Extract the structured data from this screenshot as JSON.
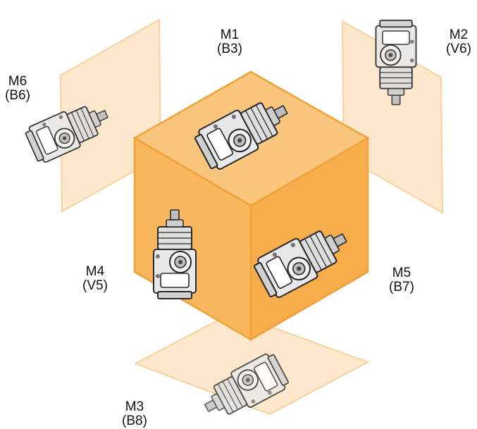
{
  "labels": [
    {
      "id": "m1",
      "line1": "M1",
      "line2": "(B3)"
    },
    {
      "id": "m2",
      "line1": "M2",
      "line2": "(V6)"
    },
    {
      "id": "m3",
      "line1": "M3",
      "line2": "(B8)"
    },
    {
      "id": "m4",
      "line1": "M4",
      "line2": "(V5)"
    },
    {
      "id": "m5",
      "line1": "M5",
      "line2": "(B7)"
    },
    {
      "id": "m6",
      "line1": "M6",
      "line2": "(B6)"
    }
  ],
  "colors": {
    "cube_front": "#f9b65c",
    "cube_right": "#f7ad4b",
    "cube_top": "#fac57c",
    "cube_edge": "#eea238",
    "plane_fill": "#fde5c6",
    "plane_edge": "#f7c98b",
    "gearbox_body": "#e6e6e6",
    "gearbox_line": "#333333"
  }
}
